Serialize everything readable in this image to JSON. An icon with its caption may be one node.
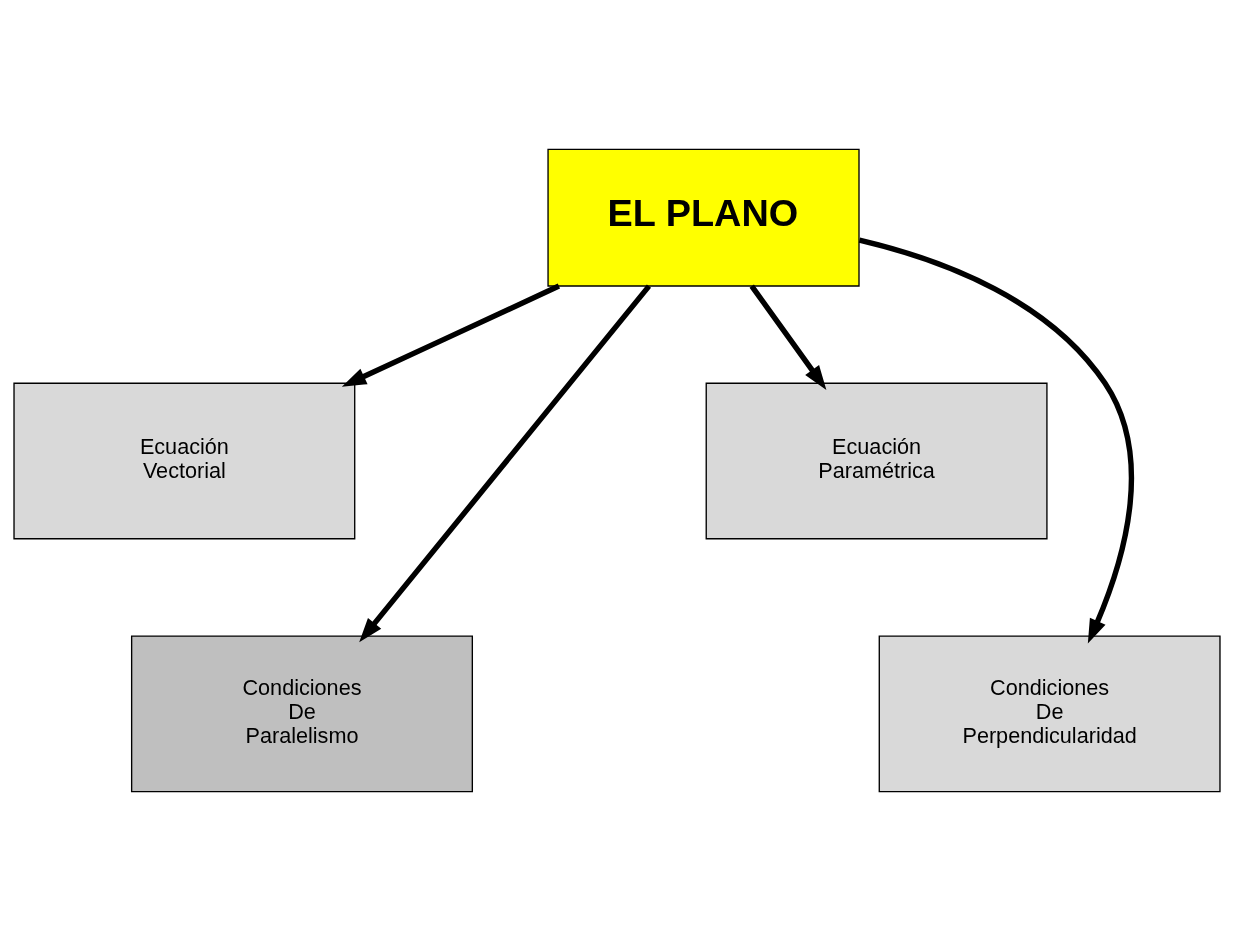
{
  "diagram": {
    "nodes": [
      {
        "text": [
          "EL PLANO"
        ]
      },
      {
        "text": [
          "Ecuación Vectorial"
        ]
      },
      {
        "text": [
          "Ecuación Paramétrica"
        ]
      },
      {
        "text": [
          "Condiciones De Paralelismo"
        ]
      },
      {
        "text": [
          "Condiciones De Perpendicularidad"
        ]
      }
    ],
    "edges": [
      {
        "from": 0,
        "to": 1,
        "arrow": "to"
      },
      {
        "from": 0,
        "to": 2,
        "arrow": "to"
      },
      {
        "from": 0,
        "to": 3,
        "arrow": "to"
      },
      {
        "from": 0,
        "to": 4,
        "arrow": "to"
      }
    ]
  }
}
